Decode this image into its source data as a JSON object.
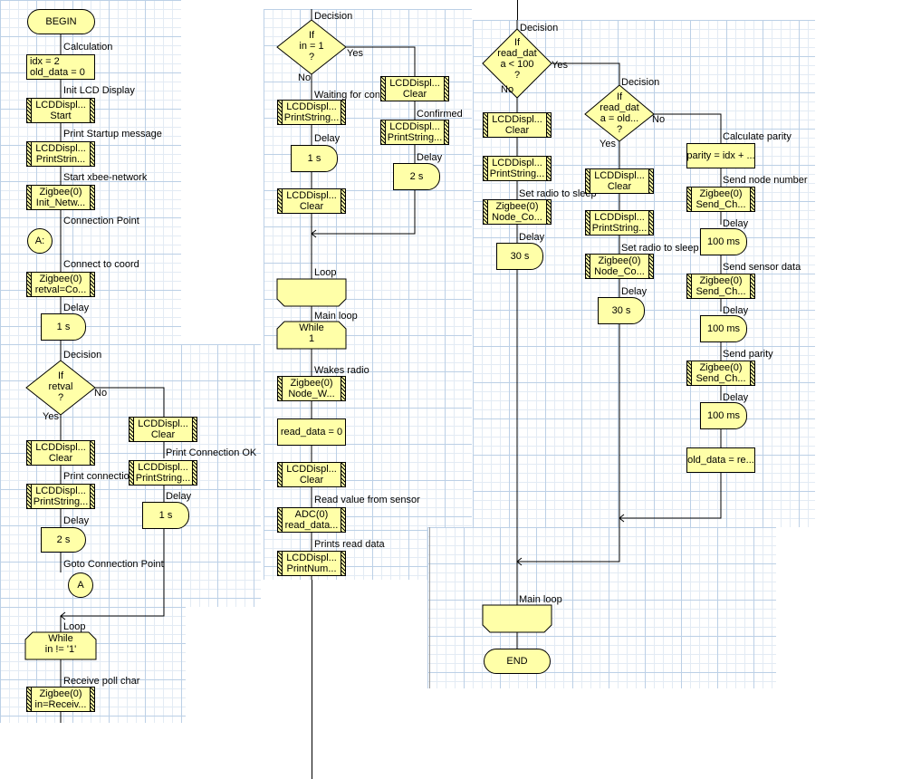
{
  "panel1": {
    "begin": "BEGIN",
    "calc_label": "Calculation",
    "calc_line1": "idx = 2",
    "calc_line2": "old_data = 0",
    "lcd_init_label": "Init LCD Display",
    "lcd_init_line1": "LCDDispl...",
    "lcd_init_line2": "Start",
    "startup_label": "Print Startup message",
    "startup_line1": "LCDDispl...",
    "startup_line2": "PrintStrin...",
    "xbee_label": "Start xbee-network",
    "xbee_line1": "Zigbee(0)",
    "xbee_line2": "Init_Netw...",
    "cp_label": "Connection Point",
    "cp_text": "A:",
    "coord_label": "Connect to coord",
    "coord_line1": "Zigbee(0)",
    "coord_line2": "retval=Co...",
    "delay1_label": "Delay",
    "delay1_text": "1 s",
    "dec_label": "Decision",
    "dec_line1": "If",
    "dec_line2": "retval",
    "dec_line3": "?",
    "dec_yes": "Yes",
    "dec_no": "No",
    "clear_left_line1": "LCDDispl...",
    "clear_left_line2": "Clear",
    "print_conn_label": "Print connectio",
    "print_conn_line1": "LCDDispl...",
    "print_conn_line2": "PrintString...",
    "delay2_label": "Delay",
    "delay2_text": "2 s",
    "goto_label": "Goto Connection Point",
    "goto_text": "A",
    "clear_right_line1": "LCDDispl...",
    "clear_right_line2": "Clear",
    "print_ok_label": "Print Connection OK",
    "print_ok_line1": "LCDDispl...",
    "print_ok_line2": "PrintString...",
    "delay3_label": "Delay",
    "delay3_text": "1 s",
    "loop_label": "Loop",
    "while_line1": "While",
    "while_line2": "in != '1'",
    "poll_label": "Receive poll char",
    "poll_line1": "Zigbee(0)",
    "poll_line2": "in=Receiv..."
  },
  "panel2": {
    "dec_label": "Decision",
    "dec_line1": "If",
    "dec_line2": "in = 1",
    "dec_line3": "?",
    "dec_yes": "Yes",
    "dec_no": "No",
    "waiting_label": "Waiting for con",
    "waiting_line1": "LCDDispl...",
    "waiting_line2": "PrintString...",
    "delay1_label": "Delay",
    "delay1_text": "1 s",
    "clear1_line1": "LCDDispl...",
    "clear1_line2": "Clear",
    "clear2_line1": "LCDDispl...",
    "clear2_line2": "Clear",
    "confirmed_label": "Confirmed",
    "confirmed_line1": "LCDDispl...",
    "confirmed_line2": "PrintString...",
    "delay2_label": "Delay",
    "delay2_text": "2 s",
    "loop_label": "Loop",
    "mainloop_label": "Main loop",
    "while_line1": "While",
    "while_line2": "1",
    "wakes_label": "Wakes radio",
    "wakes_line1": "Zigbee(0)",
    "wakes_line2": "Node_W...",
    "readdata_text": "read_data = 0",
    "clear3_line1": "LCDDispl...",
    "clear3_line2": "Clear",
    "adc_label": "Read value from sensor",
    "adc_line1": "ADC(0)",
    "adc_line2": "read_data...",
    "prints_label": "Prints read data",
    "prints_line1": "LCDDispl...",
    "prints_line2": "PrintNum..."
  },
  "panel3": {
    "dec1_label": "Decision",
    "dec1_line1": "If",
    "dec1_line2": "read_dat",
    "dec1_line3": "a < 100",
    "dec1_line4": "?",
    "dec1_yes": "Yes",
    "dec1_no": "No",
    "l_clear_line1": "LCDDispl...",
    "l_clear_line2": "Clear",
    "l_print_line1": "LCDDispl...",
    "l_print_line2": "PrintString...",
    "l_sleep_label": "Set radio to sleep",
    "l_sleep_line1": "Zigbee(0)",
    "l_sleep_line2": "Node_Co...",
    "l_delay_label": "Delay",
    "l_delay_text": "30 s",
    "dec2_label": "Decision",
    "dec2_line1": "If",
    "dec2_line2": "read_dat",
    "dec2_line3": "a = old...",
    "dec2_line4": "?",
    "dec2_yes": "Yes",
    "dec2_no": "No",
    "m_clear_line1": "LCDDispl...",
    "m_clear_line2": "Clear",
    "m_print_line1": "LCDDispl...",
    "m_print_line2": "PrintString...",
    "m_sleep_label": "Set radio to sleep",
    "m_sleep_line1": "Zigbee(0)",
    "m_sleep_line2": "Node_Co...",
    "m_delay_label": "Delay",
    "m_delay_text": "30 s",
    "parity_label": "Calculate parity",
    "parity_text": "parity = idx + ...",
    "node_label": "Send node number",
    "node_line1": "Zigbee(0)",
    "node_line2": "Send_Ch...",
    "r_delay1_label": "Delay",
    "r_delay1_text": "100 ms",
    "sensor_label": "Send sensor data",
    "sensor_line1": "Zigbee(0)",
    "sensor_line2": "Send_Ch...",
    "r_delay2_label": "Delay",
    "r_delay2_text": "100 ms",
    "sparity_label": "Send parity",
    "sparity_line1": "Zigbee(0)",
    "sparity_line2": "Send_Ch...",
    "r_delay3_label": "Delay",
    "r_delay3_text": "100 ms",
    "olddata_text": "old_data = re...",
    "mainloop_label": "Main loop",
    "end": "END"
  }
}
